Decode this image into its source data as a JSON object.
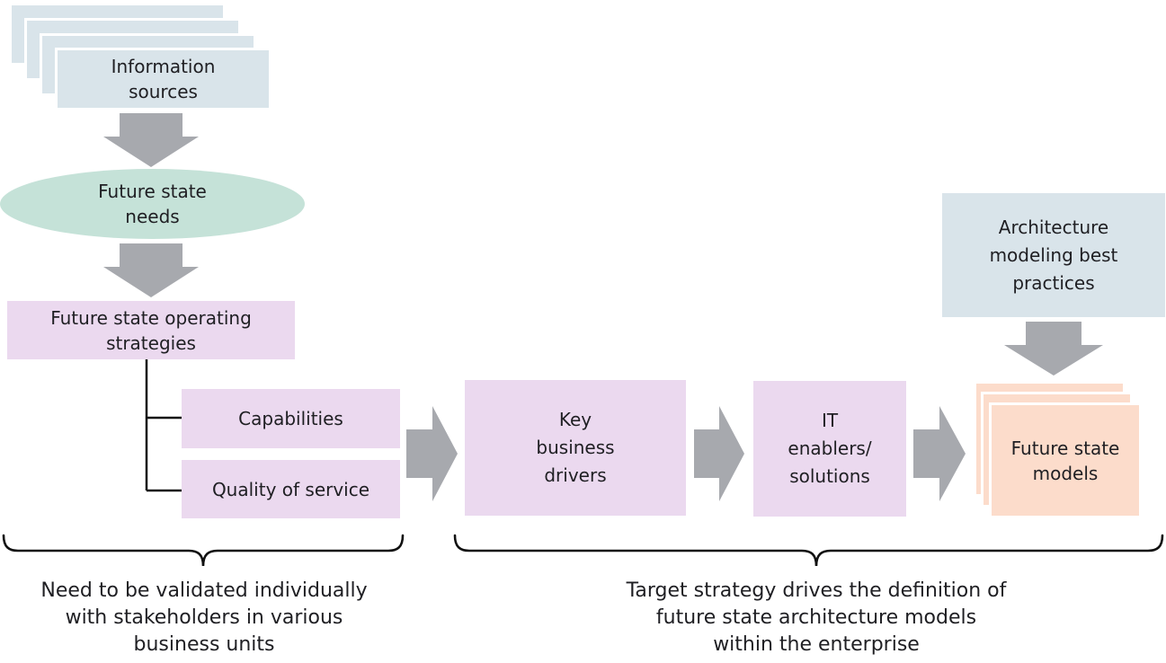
{
  "colors": {
    "box-blue": "#d9e4ea",
    "ellipse-green": "#c5e2d8",
    "box-purple": "#ebd9ef",
    "box-peach": "#fcdccb",
    "arrow-gray": "#a7a9ae",
    "text-dark": "#1f1f23",
    "line-black": "#111111"
  },
  "nodes": {
    "information_sources": "Information\nsources",
    "future_state_needs": "Future state\nneeds",
    "future_state_operating_strategies": "Future state operating\nstrategies",
    "capabilities": "Capabilities",
    "quality_of_service": "Quality of service",
    "key_business_drivers": "Key\nbusiness\ndrivers",
    "it_enablers_solutions": "IT\nenablers/\nsolutions",
    "future_state_models": "Future state\nmodels",
    "architecture_modeling_best_practices": "Architecture\nmodeling best\npractices"
  },
  "captions": {
    "left": "Need to be validated individually\nwith stakeholders in various\nbusiness units",
    "right": "Target strategy drives the definition of\nfuture state architecture models\nwithin the enterprise"
  }
}
